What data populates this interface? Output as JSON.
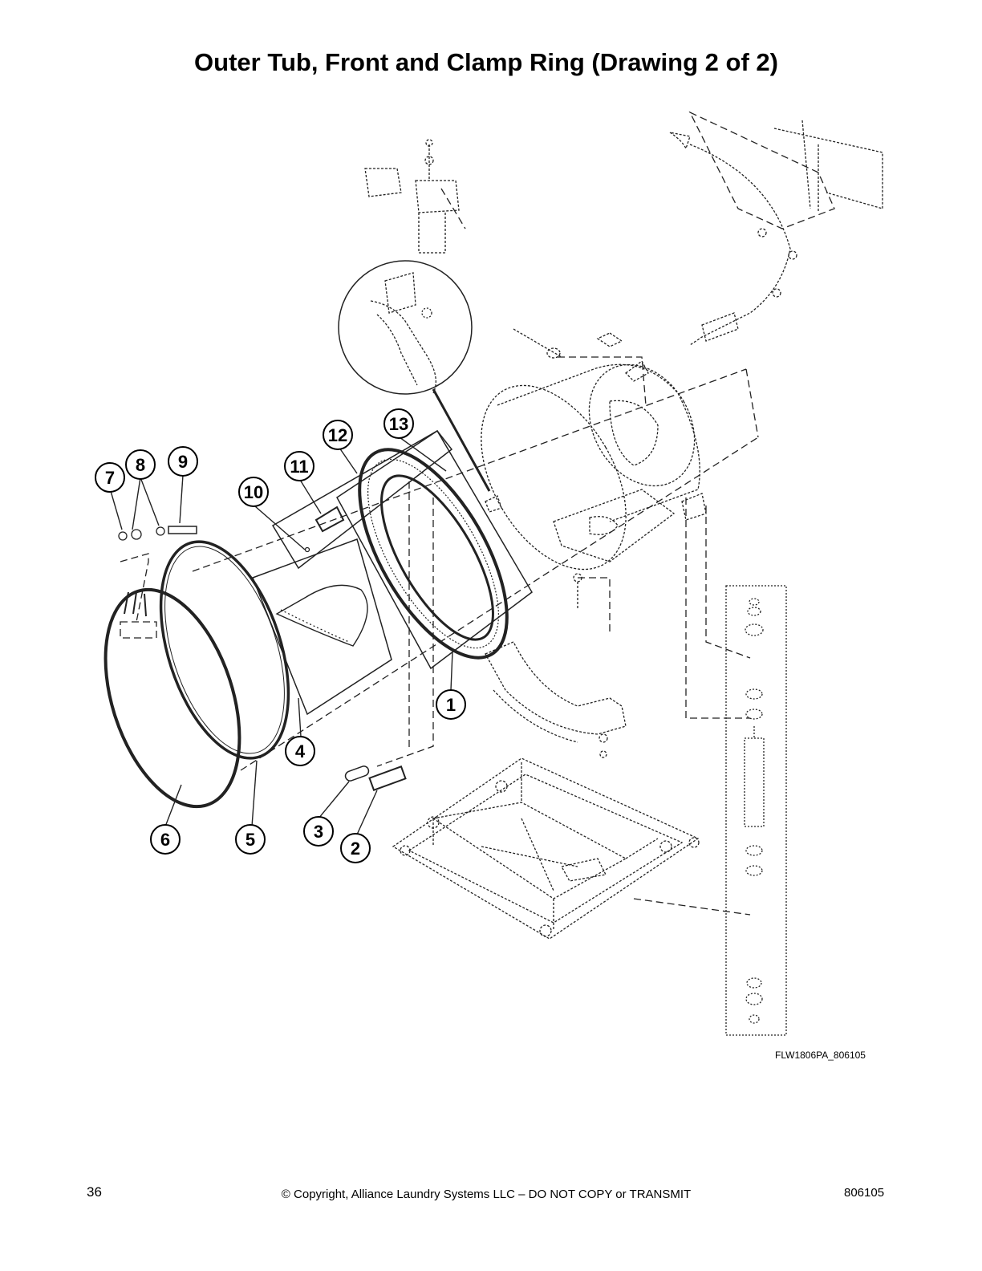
{
  "title": "Outer Tub, Front and Clamp Ring (Drawing 2 of 2)",
  "callouts": [
    {
      "label": "1"
    },
    {
      "label": "2"
    },
    {
      "label": "3"
    },
    {
      "label": "4"
    },
    {
      "label": "5"
    },
    {
      "label": "6"
    },
    {
      "label": "7"
    },
    {
      "label": "8"
    },
    {
      "label": "9"
    },
    {
      "label": "10"
    },
    {
      "label": "11"
    },
    {
      "label": "12"
    },
    {
      "label": "13"
    }
  ],
  "drawing_id": "FLW1806PA_806105",
  "footer": {
    "page_number": "36",
    "copyright": "© Copyright, Alliance Laundry Systems LLC – DO NOT COPY or TRANSMIT",
    "doc_number": "806105"
  }
}
